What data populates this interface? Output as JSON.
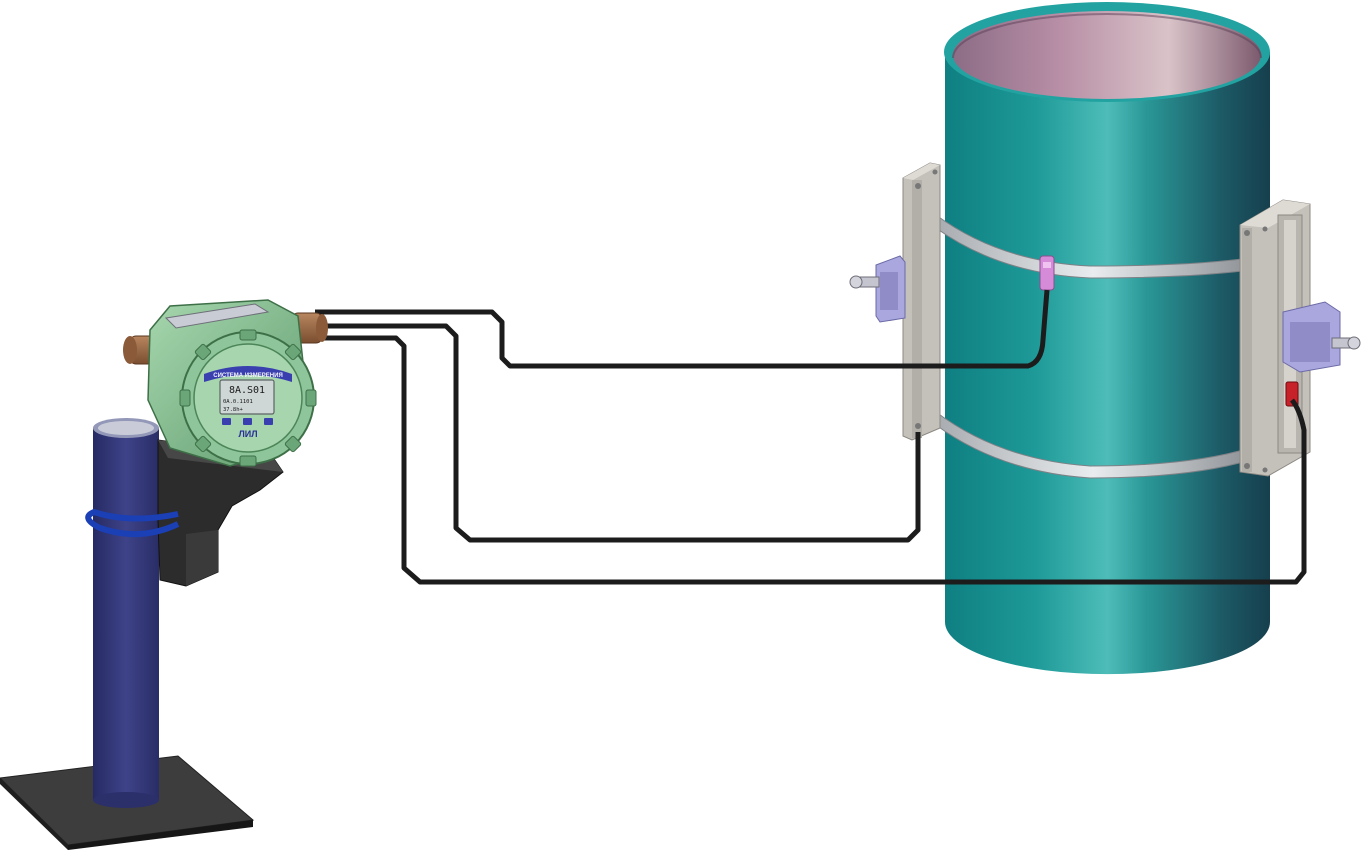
{
  "flowmeter": {
    "display": {
      "line1": "8A.S01",
      "line2": "0A.0.1101",
      "line3": "37.8h+"
    },
    "nameplate": "СИСТЕМА ИЗМЕРЕНИЯ",
    "logo": "ЛИЛ",
    "colors": {
      "body": "#8fc59a",
      "body_dark": "#5e9a6b",
      "cable_gland": "#9a6a47",
      "lcd": "#cfd6d6"
    }
  },
  "pipe": {
    "colors": {
      "outer": "#1e8d8c",
      "outer_highlight": "#49b9b6",
      "outer_shadow": "#13505a",
      "inner": "#a37a8f"
    }
  },
  "stand": {
    "colors": {
      "post": "#363a78",
      "base": "#3d3d3d",
      "clamp": "#1b3fb5",
      "bracket": "#2c2c2c"
    }
  },
  "cables": {
    "color": "#1c1c1c"
  },
  "sensors": {
    "colors": {
      "upper": "#d58bd8",
      "lower": "#c7222a",
      "mount_frame": "#c0bcb6",
      "bracket": "#a9a7de"
    }
  }
}
